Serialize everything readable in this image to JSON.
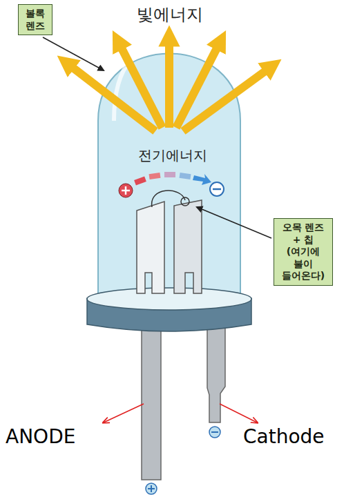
{
  "diagram": {
    "nodes": [
      {
        "text": [
          "볼록 렌즈"
        ]
      },
      {
        "text": [
          "오목 렌즈 + 칩(여기에 불이 들어온다)"
        ]
      }
    ],
    "labels": [
      "빛에너지",
      "전기에너지",
      "ANODE",
      "Cathode"
    ]
  }
}
